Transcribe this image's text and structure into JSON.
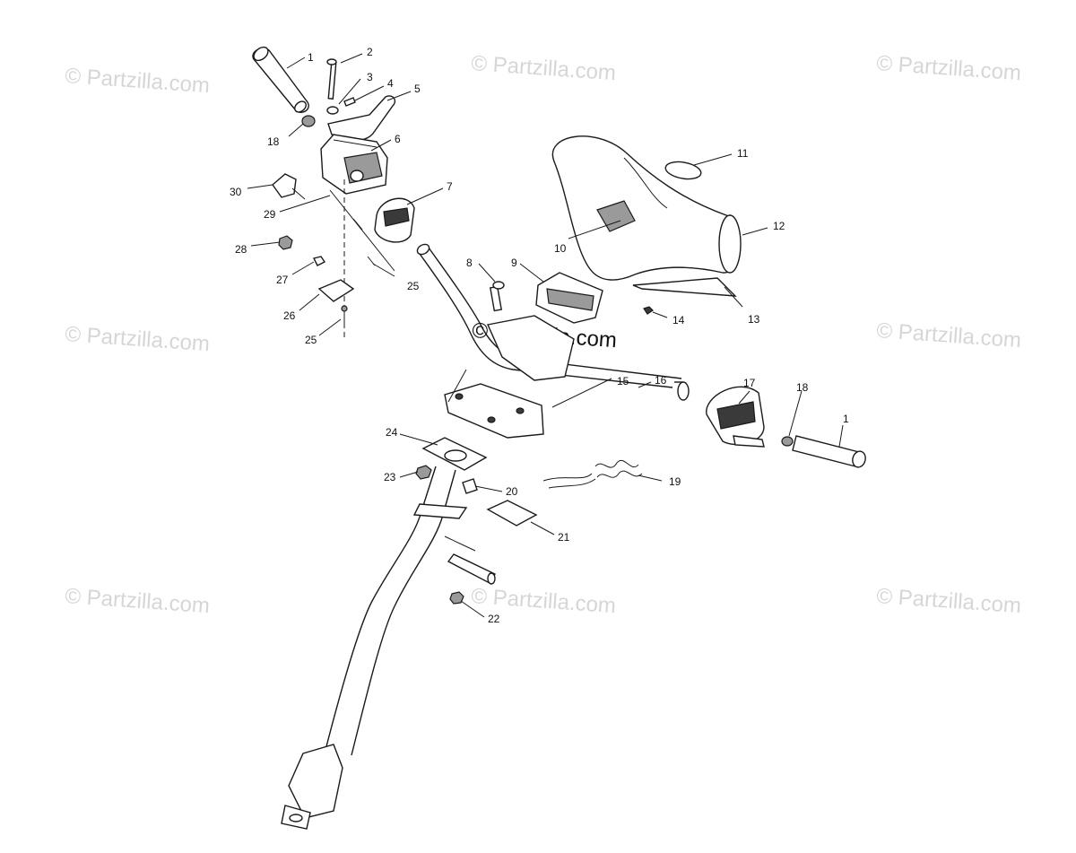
{
  "watermarks": {
    "top_left": "© Partzilla.com",
    "top_center": "© Partzilla.com",
    "top_right": "© Partzilla.com",
    "mid_left": "© Partzilla.com",
    "mid_center": "© Partzilla.com",
    "mid_right": "© Partzilla.com",
    "bot_left": "© Partzilla.com",
    "bot_center": "© Partzilla.com",
    "bot_right": "© Partzilla.com"
  },
  "callouts": {
    "c1a": "1",
    "c2": "2",
    "c3": "3",
    "c4": "4",
    "c5": "5",
    "c6": "6",
    "c7": "7",
    "c8": "8",
    "c9": "9",
    "c10": "10",
    "c11": "11",
    "c12": "12",
    "c13": "13",
    "c14": "14",
    "c15": "15",
    "c16": "16",
    "c17": "17",
    "c18a": "18",
    "c18b": "18",
    "c1b": "1",
    "c19": "19",
    "c20": "20",
    "c21": "21",
    "c22": "22",
    "c23": "23",
    "c24": "24",
    "c25a": "25",
    "c25b": "25",
    "c26": "26",
    "c27": "27",
    "c28": "28",
    "c29": "29",
    "c30": "30"
  }
}
